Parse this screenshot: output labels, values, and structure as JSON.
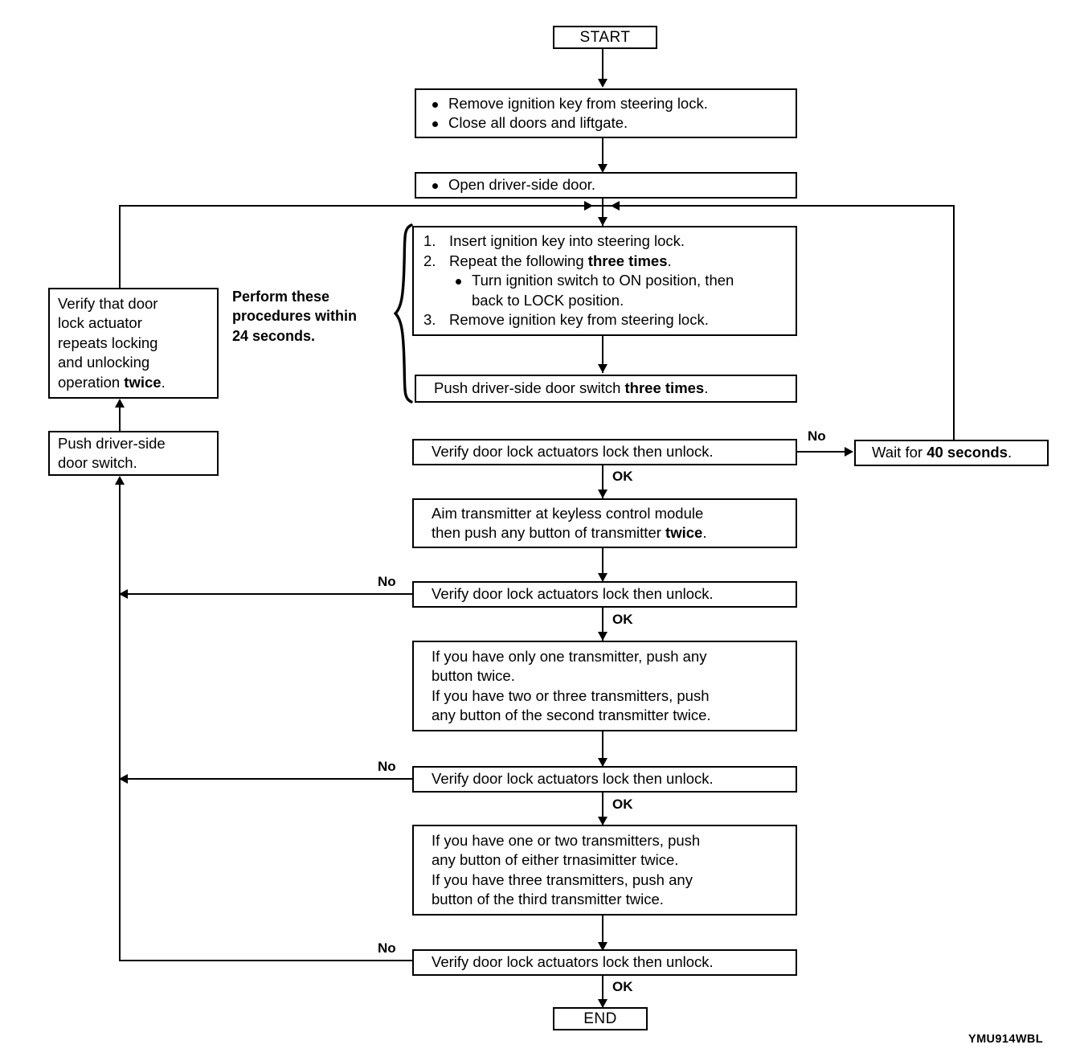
{
  "figure": {
    "code": "YMU914WBL",
    "timing_note_line1": "Perform these",
    "timing_note_line2": "procedures within",
    "timing_note_line3": "24 seconds."
  },
  "nodes": {
    "start": {
      "label": "START"
    },
    "end": {
      "label": "END"
    },
    "prep": {
      "line1": "Remove ignition key from steering lock.",
      "line2": "Close all doors and liftgate."
    },
    "open_door": {
      "line1": "Open driver-side door."
    },
    "key_cycle": {
      "num1": "1.",
      "step1": "Insert ignition key into steering lock.",
      "num2": "2.",
      "step2_pre": "Repeat the following ",
      "step2_bold": "three times",
      "step2_post": ".",
      "step2_sub_line1": "Turn ignition switch to ON position, then",
      "step2_sub_line2": "back to LOCK position.",
      "num3": "3.",
      "step3": "Remove ignition key from steering lock."
    },
    "push_switch_three": {
      "pre": "Push driver-side door switch ",
      "bold": "three times",
      "post": "."
    },
    "verify_1": {
      "label": "Verify door lock actuators lock then unlock."
    },
    "wait_40": {
      "pre": "Wait for ",
      "bold": "40 seconds",
      "post": "."
    },
    "aim_transmitter": {
      "line1": "Aim transmitter at keyless control module",
      "line2_pre": "then push any button of transmitter ",
      "line2_bold": "twice",
      "line2_post": "."
    },
    "verify_2": {
      "label": "Verify door lock actuators lock then unlock."
    },
    "second_transmitter": {
      "line1": "If you have only one transmitter, push any",
      "line2": "button twice.",
      "line3": "If you have two or three transmitters, push",
      "line4": "any button of the second transmitter twice."
    },
    "verify_3": {
      "label": "Verify door lock actuators lock then unlock."
    },
    "third_transmitter": {
      "line1": "If you have one or two transmitters, push",
      "line2": "any button of either trnasimitter twice.",
      "line3": "If you have three transmitters, push any",
      "line4": "button of the third transmitter twice."
    },
    "verify_4": {
      "label": "Verify door lock actuators lock then unlock."
    },
    "verify_repeat": {
      "line1": "Verify that door",
      "line2": "lock actuator",
      "line3": "repeats locking",
      "line4": "and unlocking",
      "line5_pre": "operation ",
      "line5_bold": "twice",
      "line5_post": "."
    },
    "push_switch": {
      "line1": "Push driver-side",
      "line2": "door switch."
    }
  },
  "edges": {
    "ok_1": "OK",
    "ok_2": "OK",
    "ok_3": "OK",
    "ok_4": "OK",
    "no_wait": "No",
    "no_2": "No",
    "no_3": "No",
    "no_4": "No"
  },
  "colors": {
    "line": "#000000",
    "background": "#ffffff",
    "text": "#000000"
  }
}
